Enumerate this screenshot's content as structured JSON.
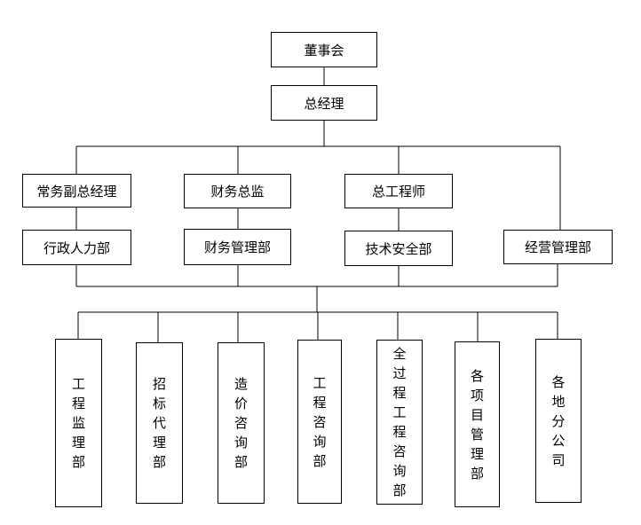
{
  "top": {
    "board": "董事会",
    "gm": "总经理"
  },
  "executives": [
    "常务副总经理",
    "财务总监",
    "总工程师"
  ],
  "departments": [
    "行政人力部",
    "财务管理部",
    "技术安全部",
    "经营管理部"
  ],
  "units": [
    "工程监理部",
    "招标代理部",
    "造价咨询部",
    "工程咨询部",
    "全过程工程咨询部",
    "各项目管理部",
    "各地分公司"
  ]
}
